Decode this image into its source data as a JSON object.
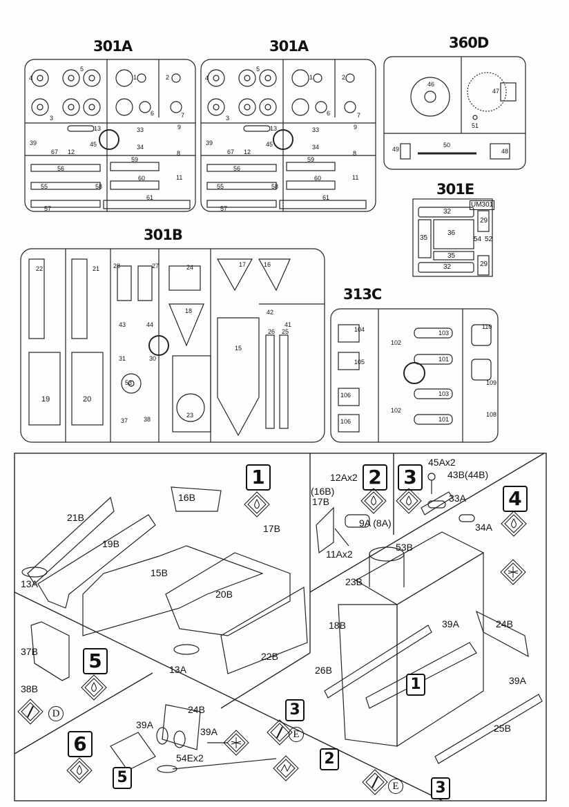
{
  "sprues": {
    "a_left": {
      "title": "301A",
      "parts": [
        "4",
        "5",
        "3",
        "1",
        "2",
        "6",
        "7",
        "13",
        "33",
        "34",
        "8",
        "9",
        "39",
        "67",
        "12",
        "45",
        "56",
        "59",
        "55",
        "58",
        "60",
        "11",
        "57",
        "61"
      ]
    },
    "a_right": {
      "title": "301A",
      "parts": [
        "4",
        "5",
        "3",
        "1",
        "2",
        "6",
        "7",
        "13",
        "33",
        "34",
        "8",
        "9",
        "39",
        "67",
        "12",
        "45",
        "56",
        "59",
        "55",
        "58",
        "60",
        "11",
        "57",
        "61"
      ]
    },
    "d": {
      "title": "360D",
      "parts": [
        "46",
        "47",
        "51",
        "49",
        "50",
        "48"
      ]
    },
    "e": {
      "title": "301E",
      "code": "UM301",
      "parts": [
        "32",
        "29",
        "35",
        "36",
        "54",
        "52",
        "35",
        "29",
        "32"
      ]
    },
    "b": {
      "title": "301B",
      "parts": [
        "22",
        "21",
        "28",
        "27",
        "24",
        "17",
        "16",
        "43",
        "44",
        "18",
        "42",
        "41",
        "31",
        "30",
        "25",
        "15",
        "53",
        "26",
        "19",
        "20",
        "37",
        "38",
        "23"
      ]
    },
    "c": {
      "title": "313C",
      "parts": [
        "104",
        "102",
        "103",
        "110",
        "105",
        "101",
        "109",
        "106",
        "103",
        "102",
        "106",
        "101",
        "108"
      ]
    }
  },
  "steps": {
    "s1": {
      "number": "1",
      "labels": [
        "16B",
        "21B",
        "19B",
        "17B",
        "15B",
        "13A",
        "20B",
        "22B",
        "13A"
      ]
    },
    "s2": {
      "number": "2",
      "labels": [
        "12Ax2",
        "(16B)",
        "17B",
        "9A (8A)",
        "11Ax2"
      ]
    },
    "s3": {
      "number": "3",
      "labels": [
        "45Ax2",
        "43B(44B)"
      ]
    },
    "s4": {
      "number": "4",
      "labels": [
        "33A",
        "34A",
        "53B",
        "23B",
        "18B",
        "39A",
        "24B",
        "26B",
        "39A",
        "25B"
      ],
      "refs": [
        "1",
        "3",
        "2",
        "3"
      ],
      "circles": [
        "E",
        "E"
      ]
    },
    "s5": {
      "number": "5",
      "labels": [
        "37B",
        "38B"
      ],
      "circles": [
        "D"
      ]
    },
    "s6": {
      "number": "6",
      "labels": [
        "24B",
        "39A",
        "39A",
        "54Ex2"
      ],
      "refs": [
        "5"
      ]
    }
  }
}
